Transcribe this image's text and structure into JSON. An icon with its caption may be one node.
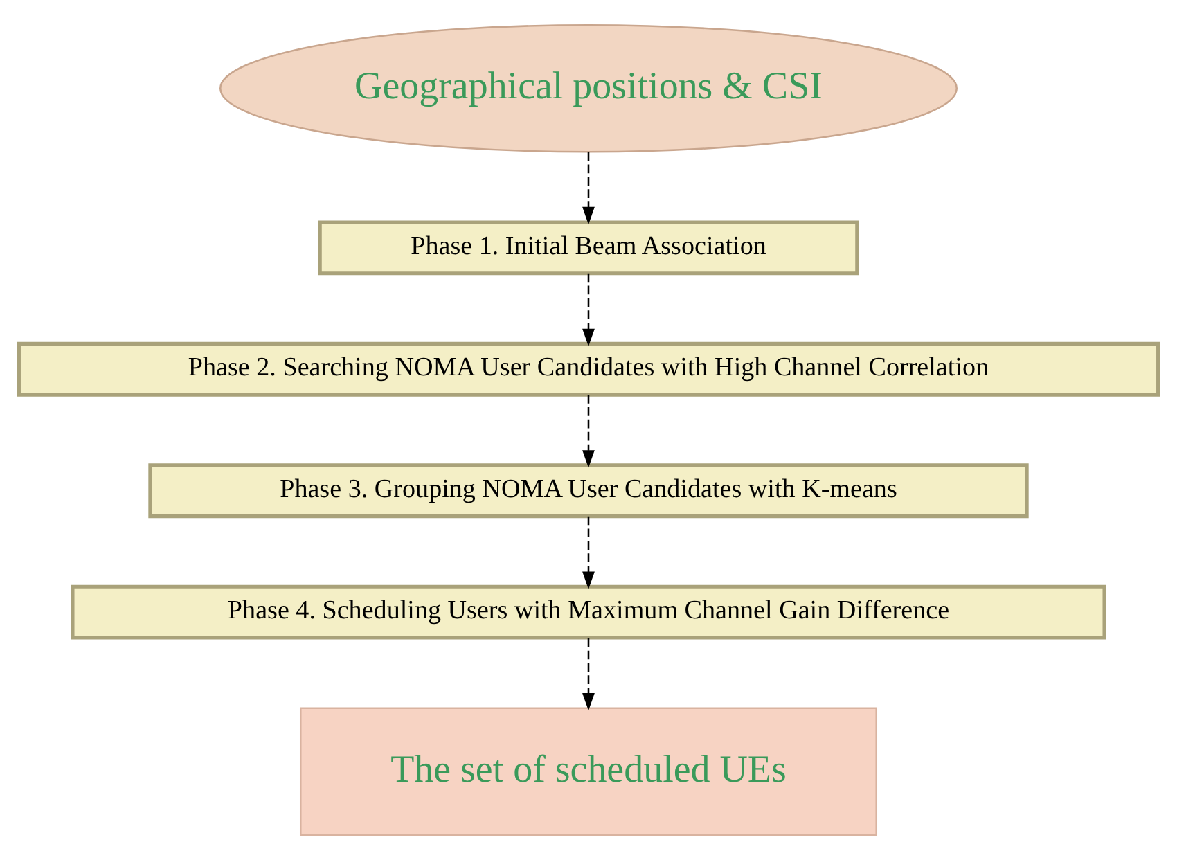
{
  "diagram": {
    "nodes": [
      {
        "text": [
          "Geographical positions & CSI"
        ]
      },
      {
        "text": [
          "Phase 1. Initial Beam Association"
        ]
      },
      {
        "text": [
          "Phase 2. Searching NOMA User Candidates with High Channel Correlation"
        ]
      },
      {
        "text": [
          "Phase 3. Grouping NOMA User Candidates with K-means"
        ]
      },
      {
        "text": [
          "Phase 4. Scheduling Users with Maximum Channel Gain Difference"
        ]
      },
      {
        "text": [
          "The set of scheduled UEs"
        ]
      }
    ],
    "edges": [
      {
        "from": 0,
        "to": 1,
        "arrow": "to",
        "style": "dashed"
      },
      {
        "from": 1,
        "to": 2,
        "arrow": "to",
        "style": "dashed"
      },
      {
        "from": 2,
        "to": 3,
        "arrow": "to",
        "style": "dashed"
      },
      {
        "from": 3,
        "to": 4,
        "arrow": "to",
        "style": "dashed"
      },
      {
        "from": 4,
        "to": 5,
        "arrow": "to",
        "style": "dashed"
      }
    ]
  }
}
